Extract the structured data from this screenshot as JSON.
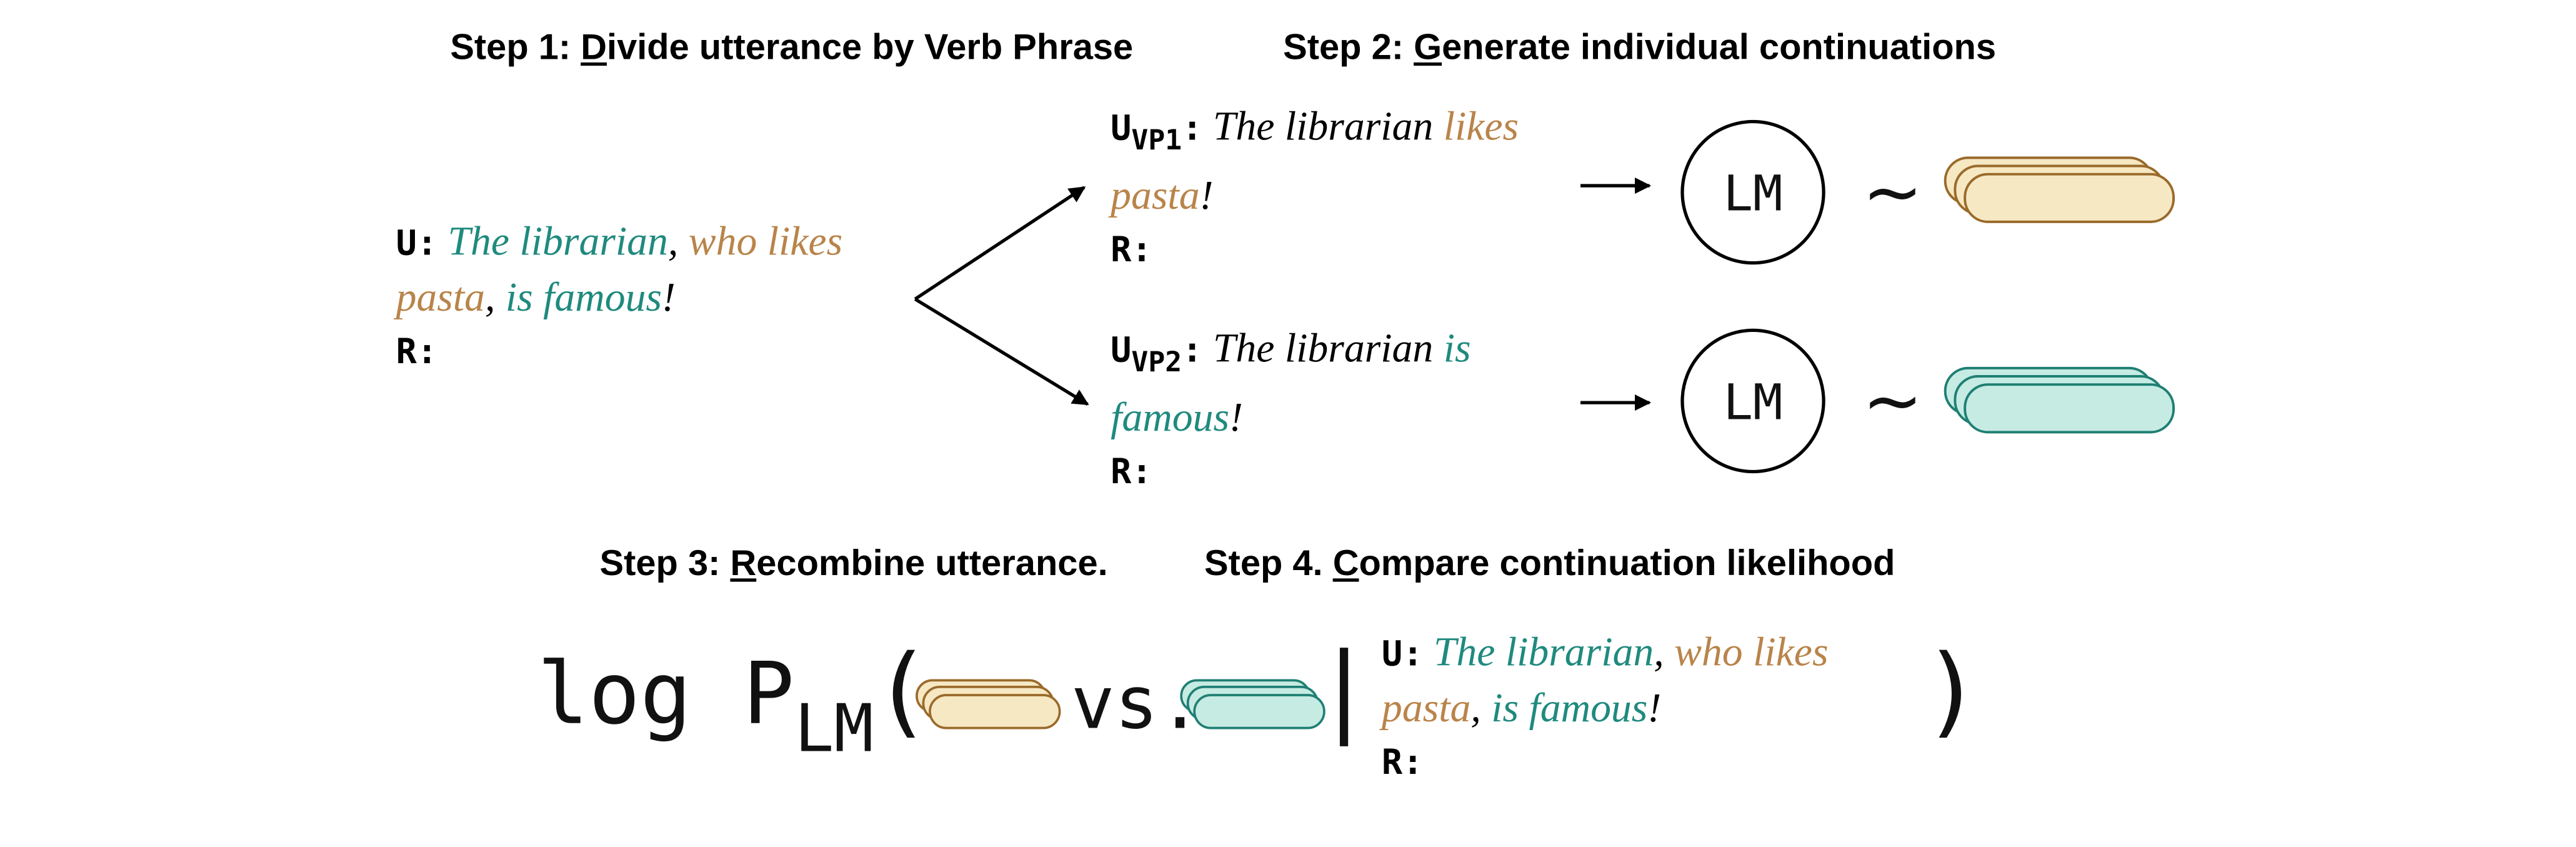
{
  "colors": {
    "teal": "#1f8a7e",
    "tan": "#b9844a",
    "tan_fill": "#f6e8c3",
    "teal_fill": "#c6ebe3"
  },
  "steps": {
    "s1": {
      "prefix": "Step 1: ",
      "key": "D",
      "rest": "ivide utterance by Verb Phrase"
    },
    "s2": {
      "prefix": "Step 2: ",
      "key": "G",
      "rest": "enerate individual continuations"
    },
    "s3": {
      "prefix": "Step 3: ",
      "key": "R",
      "rest": "ecombine utterance."
    },
    "s4": {
      "prefix": "Step 4. ",
      "key": "C",
      "rest": "ompare continuation likelihood"
    }
  },
  "original": {
    "u_label": "U:",
    "seg_subject": "The librarian",
    "seg_comma1": ",",
    "seg_vp1": "who likes",
    "seg_vp1b": "pasta",
    "seg_comma2": ",",
    "seg_vp2": "is famous",
    "seg_end": "!",
    "r_label": "R:"
  },
  "vp1": {
    "u_label": "U",
    "sub": "VP1",
    "colon": ":",
    "subject": "The librarian",
    "verb": "likes",
    "verb_b": "pasta",
    "end": "!",
    "r_label": "R:"
  },
  "vp2": {
    "u_label": "U",
    "sub": "VP2",
    "colon": ":",
    "subject": "The librarian",
    "verb": "is",
    "verb_b": "famous",
    "end": "!",
    "r_label": "R:"
  },
  "lm": {
    "label": "LM",
    "tilde": "~",
    "arrow": "→"
  },
  "formula": {
    "log": "log P",
    "sub": "LM",
    "open_paren": "(",
    "vs": "vs.",
    "bar": "|",
    "close_paren": ")"
  },
  "recombined": {
    "u_label": "U:",
    "seg_subject": "The librarian",
    "seg_comma1": ",",
    "seg_vp1": "who likes",
    "seg_vp1b": "pasta",
    "seg_comma2": ",",
    "seg_vp2": "is famous",
    "seg_end": "!",
    "r_label": "R:"
  }
}
